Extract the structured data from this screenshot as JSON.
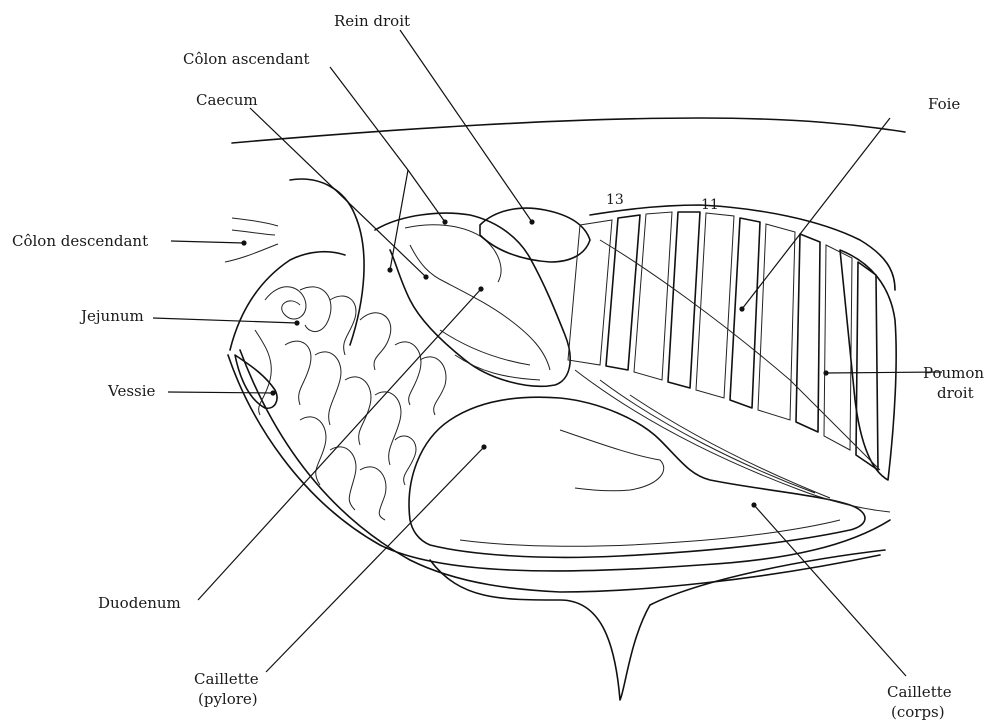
{
  "labels": {
    "rein_droit": "Rein droit",
    "colon_ascendant": "Côlon ascendant",
    "caecum": "Caecum",
    "foie": "Foie",
    "colon_descendant": "Côlon descendant",
    "jejunum": "Jejunum",
    "vessie": "Vessie",
    "poumon_droit_1": "Poumon",
    "poumon_droit_2": "droit",
    "duodenum": "Duodenum",
    "caillette_pylore_1": "Caillette",
    "caillette_pylore_2": "(pylore)",
    "caillette_corps_1": "Caillette",
    "caillette_corps_2": "(corps)"
  },
  "rib_numbers": {
    "rib_13": "13",
    "rib_11": "11"
  }
}
